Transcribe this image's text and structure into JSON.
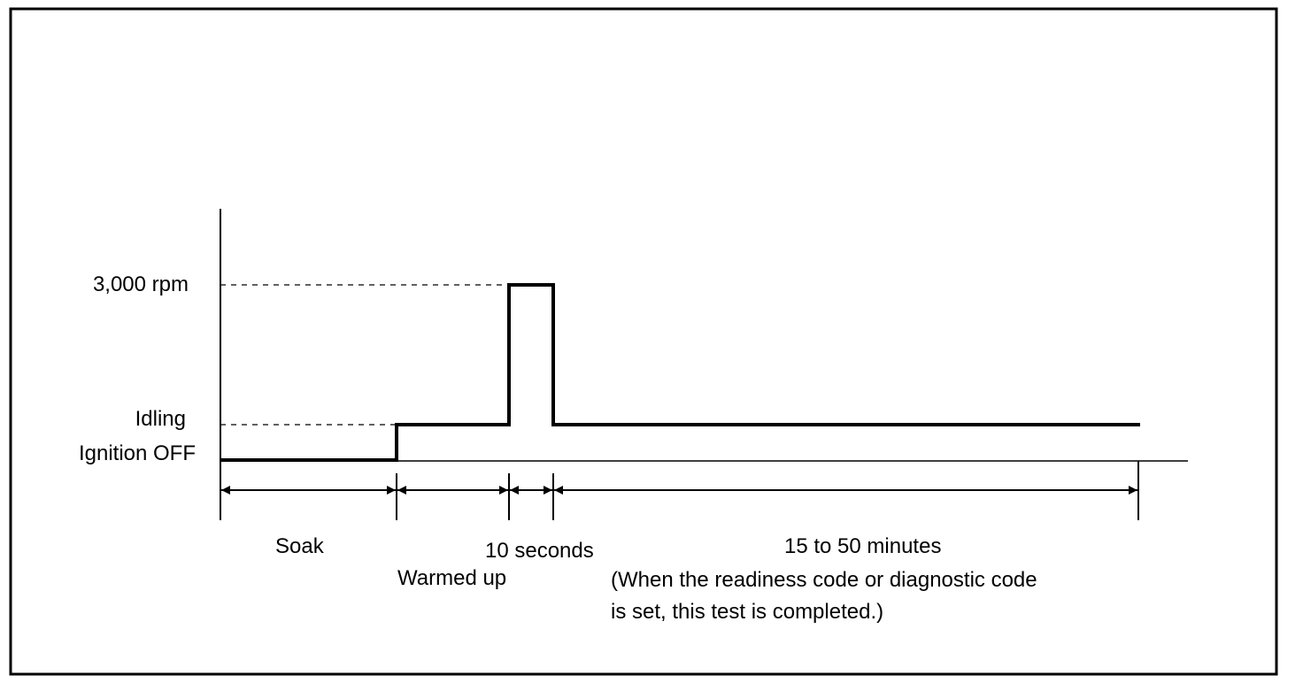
{
  "levels": {
    "high": "3,000 rpm",
    "idle": "Idling",
    "off": "Ignition OFF"
  },
  "phases": {
    "soak": "Soak",
    "warmed_up": "Warmed up",
    "rev": "10 seconds",
    "test": "15 to 50 minutes"
  },
  "note": {
    "line1": "(When the readiness code or diagnostic code",
    "line2": "is set, this test is completed.)"
  },
  "colors": {
    "line": "#000000",
    "background": "#ffffff"
  }
}
